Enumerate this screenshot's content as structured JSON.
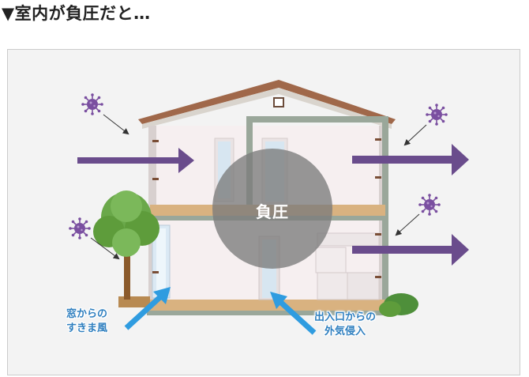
{
  "heading": "▼室内が負圧だと…",
  "center_label": "負圧",
  "window_gap_label": [
    "窓からの",
    "すきま風"
  ],
  "door_label": [
    "出入口からの",
    "外気侵入"
  ],
  "colors": {
    "panel_bg": "#f3f3f3",
    "roof": "#a0684a",
    "wall": "#f6eff0",
    "floor": "#d9b280",
    "outline": "#9aa79a",
    "arrow_purple": "#6a4c8c",
    "arrow_blue": "#2f9ce0",
    "virus": "#7a4fa0",
    "tree": "#5e9c3b",
    "negative_pressure_circle": "#7b7b7b"
  },
  "icons": [
    "virus-icon",
    "tree-icon",
    "house-illustration"
  ]
}
